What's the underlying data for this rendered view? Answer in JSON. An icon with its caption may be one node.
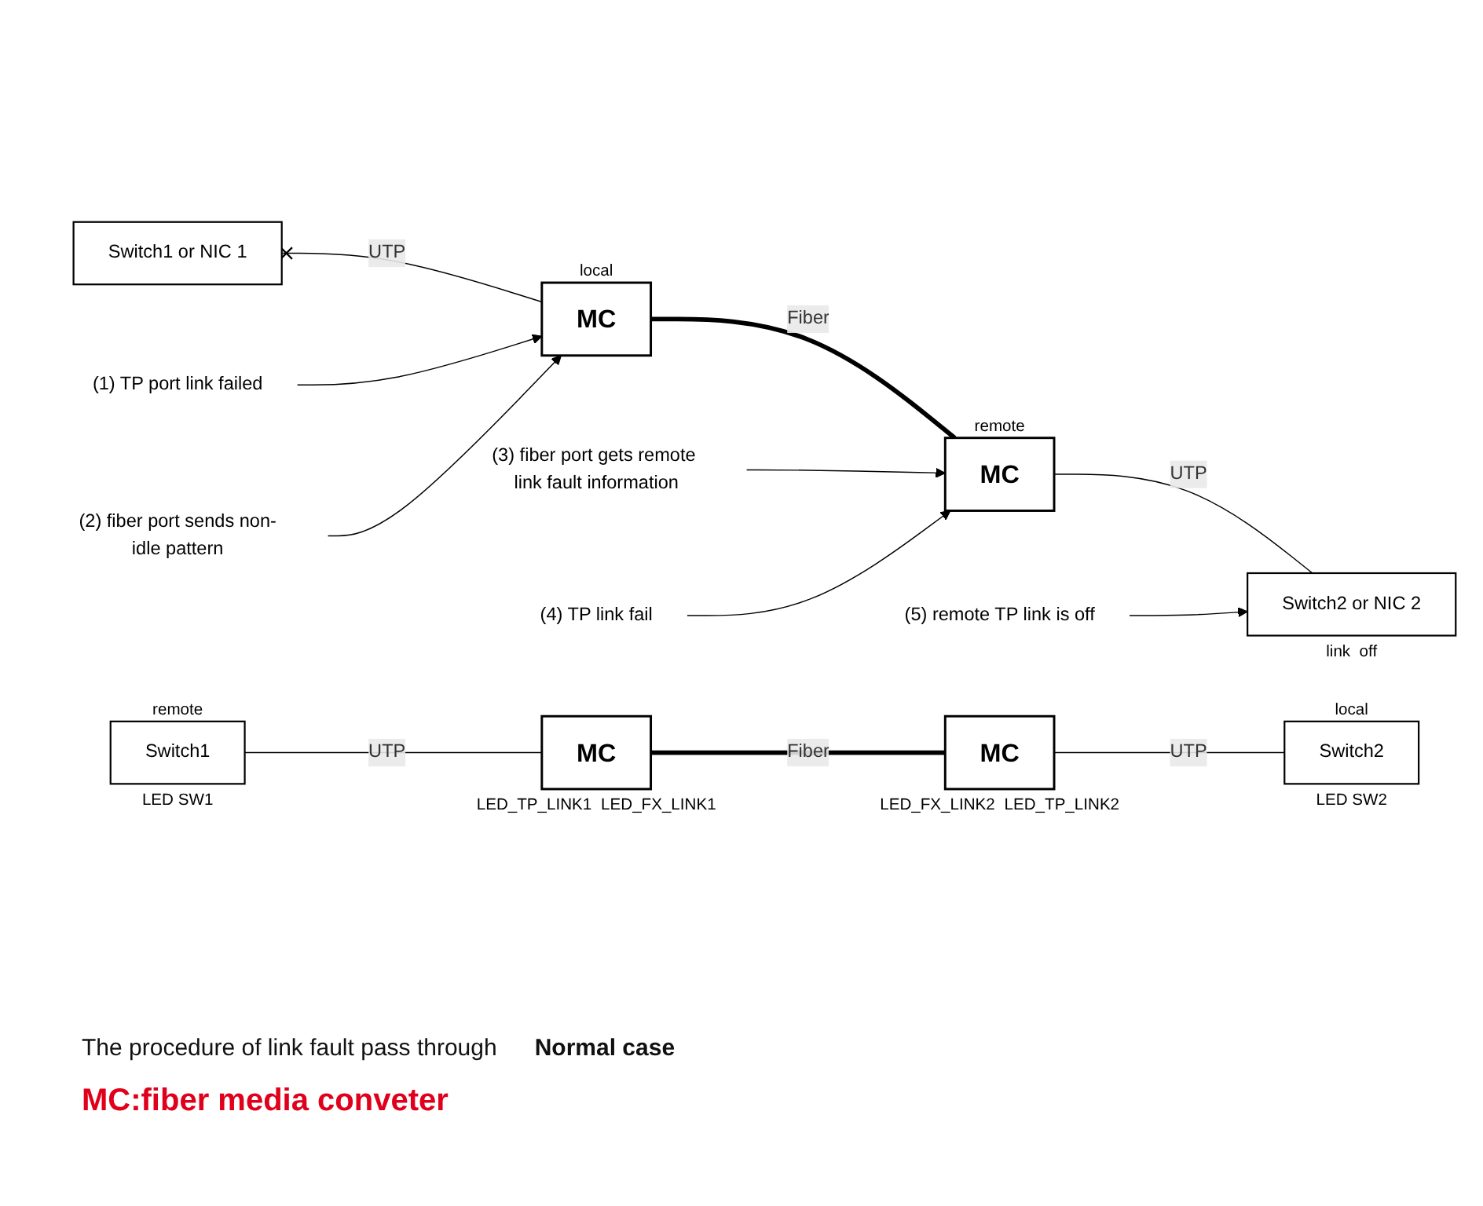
{
  "diagram": {
    "nodes": [
      {
        "text": [
          "Switch1 or NIC 1"
        ]
      },
      {
        "text": [
          "MC"
        ],
        "beside": [
          "local"
        ]
      },
      {
        "text": [
          "MC"
        ],
        "beside": [
          "remote"
        ]
      },
      {
        "text": [
          "Switch2 or NIC 2"
        ],
        "beside": [
          "link  off"
        ]
      },
      {
        "text": [
          "(1) TP port link failed"
        ]
      },
      {
        "text": [
          "(2) fiber port sends non-idle pattern"
        ]
      },
      {
        "text": [
          "(3) fiber port gets remote link fault information"
        ]
      },
      {
        "text": [
          "(4) TP link fail"
        ]
      },
      {
        "text": [
          "(5) remote TP link is off"
        ]
      },
      {
        "text": [
          "Switch1"
        ],
        "beside": [
          "remote",
          "LED SW1"
        ]
      },
      {
        "text": [
          "MC"
        ],
        "beside": [
          "LED_TP_LINK1",
          "LED_FX_LINK1"
        ]
      },
      {
        "text": [
          "MC"
        ],
        "beside": [
          "LED_FX_LINK2",
          "LED_TP_LINK2"
        ]
      },
      {
        "text": [
          "Switch2"
        ],
        "beside": [
          "local",
          "LED SW2"
        ]
      }
    ],
    "edges": [
      {
        "from": 0,
        "to": 1,
        "label": "UTP",
        "arrow": "other"
      },
      {
        "from": 1,
        "to": 2,
        "label": "Fiber",
        "arrow": "none",
        "style": "thick"
      },
      {
        "from": 2,
        "to": 3,
        "label": "UTP",
        "arrow": "none"
      },
      {
        "from": 4,
        "to": 1,
        "arrow": "to"
      },
      {
        "from": 5,
        "to": 1,
        "arrow": "to"
      },
      {
        "from": 6,
        "to": 2,
        "arrow": "to"
      },
      {
        "from": 7,
        "to": 2,
        "arrow": "to"
      },
      {
        "from": 8,
        "to": 3,
        "arrow": "to"
      },
      {
        "from": 9,
        "to": 10,
        "label": "UTP",
        "arrow": "none"
      },
      {
        "from": 10,
        "to": 11,
        "label": "Fiber",
        "arrow": "none",
        "style": "thick"
      },
      {
        "from": 11,
        "to": 12,
        "label": "UTP",
        "arrow": "none"
      }
    ],
    "labels": [
      "The procedure of link fault pass through",
      "Normal case",
      "MC:fiber media conveter"
    ]
  }
}
